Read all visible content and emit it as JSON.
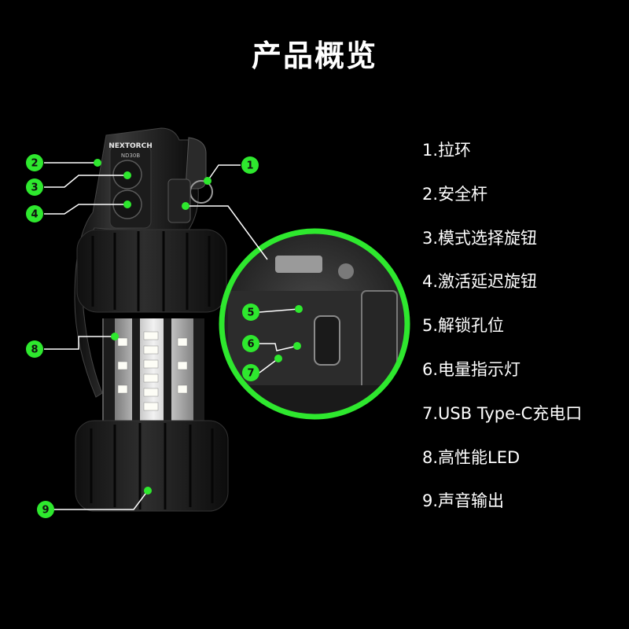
{
  "title": "产品概览",
  "brand": "NEXTORCH",
  "model": "ND30B",
  "features": [
    "1.拉环",
    "2.安全杆",
    "3.模式选择旋钮",
    "4.激活延迟旋钮",
    "5.解锁孔位",
    "6.电量指示灯",
    "7.USB Type-C充电口",
    "8.高性能LED",
    "9.声音输出"
  ],
  "callouts": [
    "1",
    "2",
    "3",
    "4",
    "5",
    "6",
    "7",
    "8",
    "9"
  ],
  "colors": {
    "accent": "#2ee82e",
    "background": "#000000",
    "text": "#ffffff",
    "line": "#ffffff"
  }
}
